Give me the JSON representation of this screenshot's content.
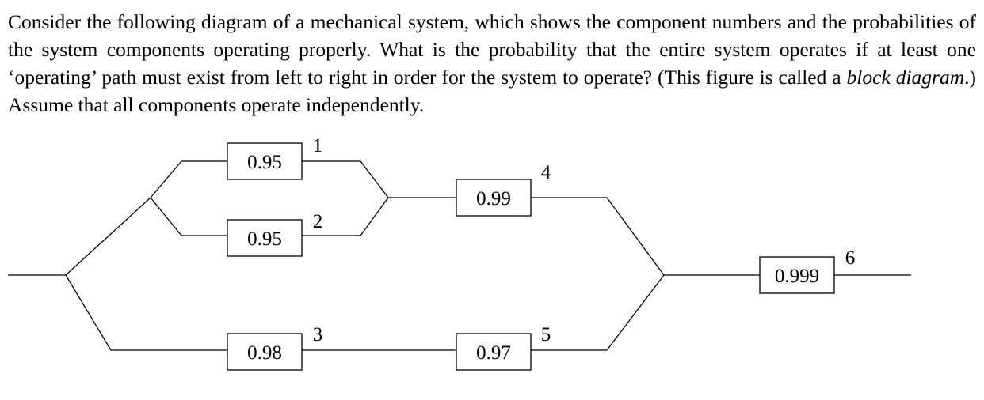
{
  "problem": {
    "part1": "Consider the following diagram of a mechanical system, which shows the component numbers and the probabilities of the system components operating properly.  What is the probability that the entire system operates if at least one ‘operating’ path must exist from left to right in order for the system to operate? (This figure is called a ",
    "emphasis": "block diagram",
    "part2": ".) Assume that all components operate independently."
  },
  "components": [
    {
      "number": "1",
      "probability": "0.95"
    },
    {
      "number": "2",
      "probability": "0.95"
    },
    {
      "number": "3",
      "probability": "0.98"
    },
    {
      "number": "4",
      "probability": "0.99"
    },
    {
      "number": "5",
      "probability": "0.97"
    },
    {
      "number": "6",
      "probability": "0.999"
    }
  ]
}
